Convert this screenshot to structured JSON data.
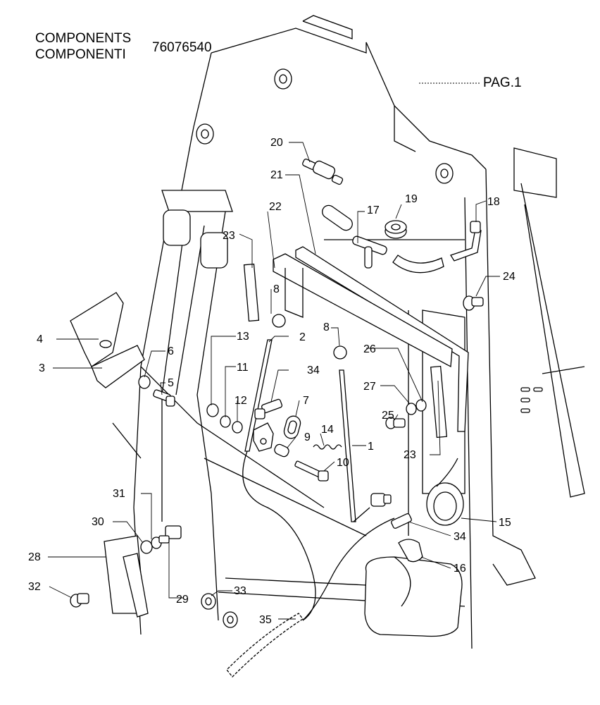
{
  "header": {
    "line1": "COMPONENTS",
    "line2": "COMPONENTI",
    "code": "76076540"
  },
  "page_ref": "PAG.1",
  "callouts": {
    "c1": "1",
    "c2": "2",
    "c3": "3",
    "c4": "4",
    "c5": "5",
    "c6": "6",
    "c7": "7",
    "c8a": "8",
    "c8b": "8",
    "c9": "9",
    "c10": "10",
    "c11": "11",
    "c12": "12",
    "c13": "13",
    "c14": "14",
    "c15": "15",
    "c16": "16",
    "c17": "17",
    "c18": "18",
    "c19": "19",
    "c20": "20",
    "c21": "21",
    "c22": "22",
    "c23a": "23",
    "c23b": "23",
    "c24": "24",
    "c25": "25",
    "c26": "26",
    "c27": "27",
    "c28": "28",
    "c29": "29",
    "c30": "30",
    "c31": "31",
    "c32": "32",
    "c33": "33",
    "c34a": "34",
    "c34b": "34",
    "c35": "35"
  }
}
